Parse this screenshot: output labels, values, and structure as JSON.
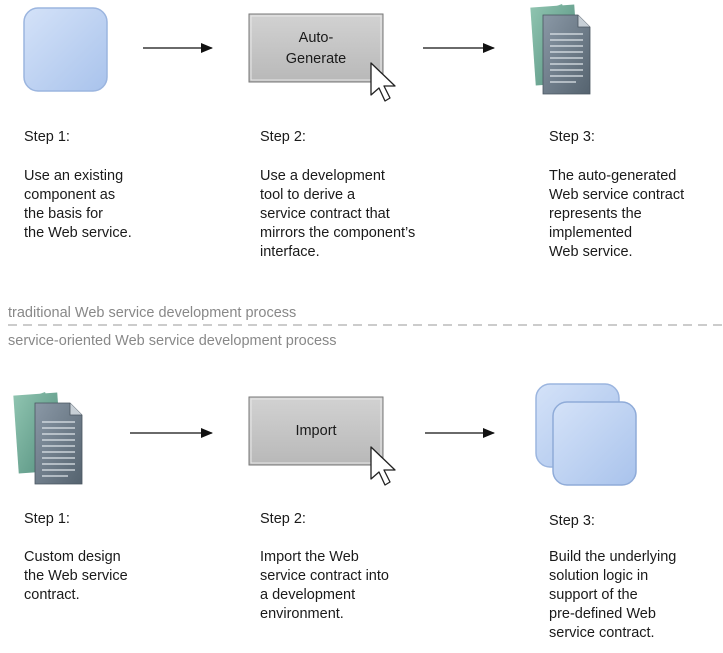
{
  "top": {
    "button_label_line1": "Auto-",
    "button_label_line2": "Generate",
    "step1_title": "Step 1:",
    "step1_desc": [
      "Use an existing",
      "component as",
      "the basis for",
      "the Web service."
    ],
    "step2_title": "Step 2:",
    "step2_desc": [
      "Use a development",
      "tool to derive a",
      "service contract that",
      "mirrors the component’s",
      "interface."
    ],
    "step3_title": "Step 3:",
    "step3_desc": [
      "The auto-generated",
      "Web service contract",
      "represents the",
      "implemented",
      "Web service."
    ]
  },
  "divider": {
    "upper_label": "traditional Web service development process",
    "lower_label": "service-oriented Web service development process"
  },
  "bottom": {
    "button_label": "Import",
    "step1_title": "Step 1:",
    "step1_desc": [
      "Custom design",
      "the Web service",
      "contract."
    ],
    "step2_title": "Step 2:",
    "step2_desc": [
      "Import the Web",
      "service contract into",
      "a development",
      "environment."
    ],
    "step3_title": "Step 3:",
    "step3_desc": [
      "Build the underlying",
      "solution logic in",
      "support of the",
      "pre-defined Web",
      "service contract."
    ]
  }
}
